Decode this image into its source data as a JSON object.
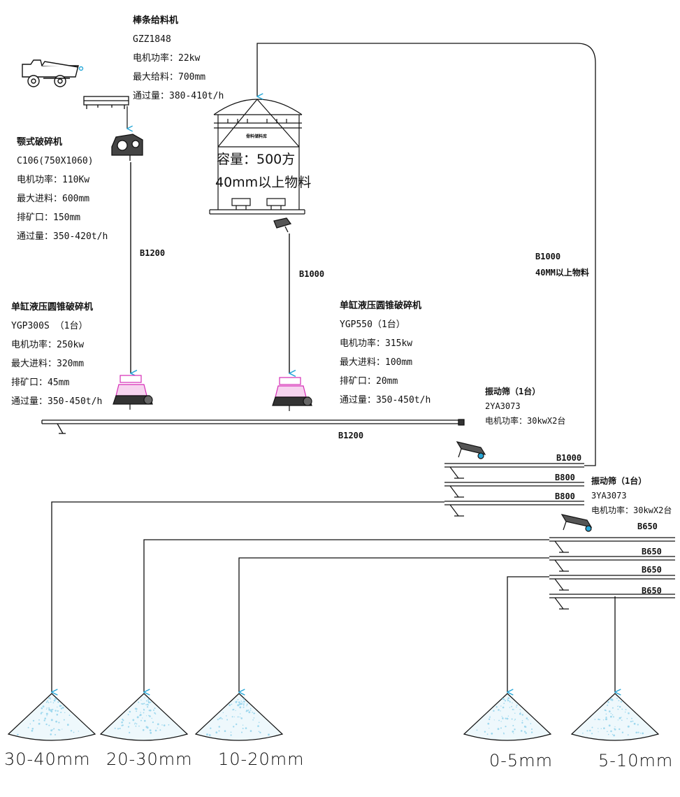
{
  "feeder": {
    "title": "棒条给料机",
    "lines": [
      "GZZ1848",
      "电机功率：22kw",
      "最大给料：700mm",
      "通过量：380-410t/h"
    ]
  },
  "jaw": {
    "title": "颚式破碎机",
    "lines": [
      "C106(750X1060)",
      "电机功率：110Kw",
      "最大进料：600mm",
      "排矿口：150mm",
      "通过量：350-420t/h"
    ]
  },
  "cone1": {
    "title": "单缸液压圆锥破碎机",
    "lines": [
      "YGP300S （1台）",
      "电机功率：250kw",
      "最大进料：320mm",
      "排矿口：45mm",
      "通过量：350-450t/h"
    ]
  },
  "cone2": {
    "title": "单缸液压圆锥破碎机",
    "lines": [
      "YGP550（1台）",
      "电机功率：315kw",
      "最大进料：100mm",
      "排矿口：20mm",
      "通过量：350-450t/h"
    ]
  },
  "screen1": {
    "title": "振动筛（1台）",
    "lines": [
      "2YA3073",
      "电机功率：30kwX2台"
    ]
  },
  "screen2": {
    "title": "振动筛（1台）",
    "lines": [
      "3YA3073",
      "电机功率：30kwX2台"
    ]
  },
  "silo": {
    "capacity": "容量：500方",
    "material": "40mm以上物料",
    "tag": "骨料储料库"
  },
  "belts": {
    "jaw_to_cone": "B1200",
    "silo_to_cone": "B1000",
    "return": "B1000",
    "return_note": "40MM以上物料",
    "main": "B1200",
    "s1_top": "B1000",
    "s1_mid": "B800",
    "s1_bot": "B800",
    "s2_1": "B650",
    "s2_2": "B650",
    "s2_3": "B650",
    "s2_4": "B650"
  },
  "piles": [
    "30-40mm",
    "20-30mm",
    "10-20mm",
    "0-5mm",
    "5-10mm"
  ],
  "colors": {
    "line": "#111111",
    "arrow": "#29a8d8",
    "crusher": "#d62bb6",
    "sand": "#9fd8ee"
  }
}
